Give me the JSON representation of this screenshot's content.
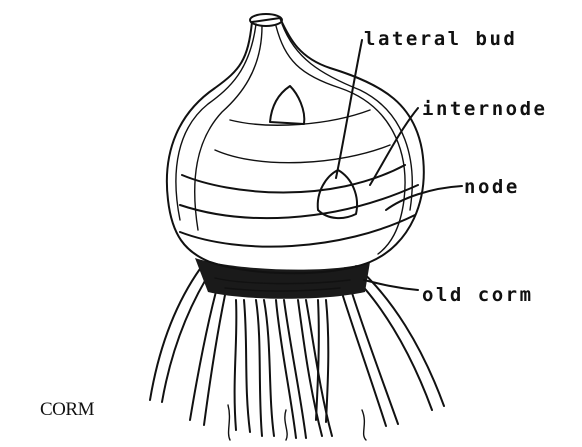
{
  "caption": "CORM",
  "labels": {
    "lateral_bud": "lateral bud",
    "internode": "internode",
    "node": "node",
    "old_corm": "old corm"
  }
}
